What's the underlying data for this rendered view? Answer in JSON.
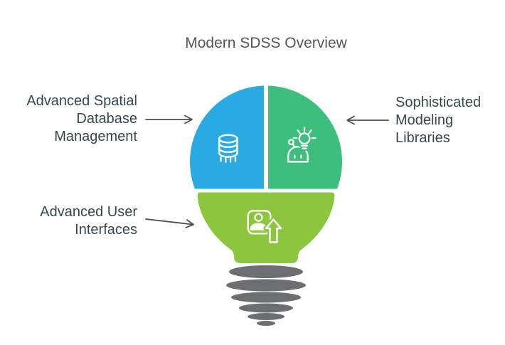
{
  "title": "Modern SDSS Overview",
  "callouts": {
    "spatial_db": {
      "text": "Advanced Spatial\nDatabase\nManagement"
    },
    "modeling": {
      "text": "Sophisticated\nModeling\nLibraries"
    },
    "user_interfaces": {
      "text": "Advanced User\nInterfaces"
    }
  },
  "bulb": {
    "segments": [
      {
        "id": "spatial-database",
        "icon": "database-icon",
        "color_key": "blue"
      },
      {
        "id": "modeling-libraries",
        "icon": "robot-lightbulb-icon",
        "color_key": "green"
      },
      {
        "id": "user-interfaces",
        "icon": "user-upload-icon",
        "color_key": "lime"
      }
    ]
  },
  "colors": {
    "blue": "#29ABE2",
    "green": "#3DBE7C",
    "lime": "#8CC63F",
    "base_gray": "#6D6E71",
    "label_text": "#37474F",
    "title_text": "#55565A",
    "arrow": "#4D4D4D",
    "icon_stroke": "#FFFFFF"
  }
}
